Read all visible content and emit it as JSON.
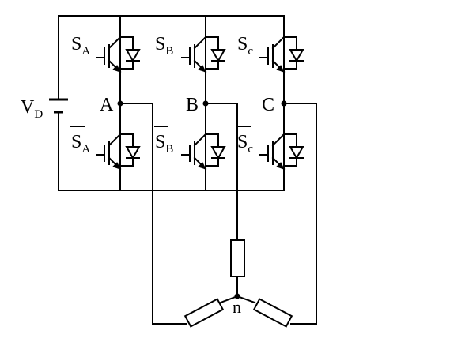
{
  "diagram": {
    "source_label": {
      "base": "V",
      "sub": "D"
    },
    "nodes": {
      "a": "A",
      "b": "B",
      "c": "C",
      "neutral": "n"
    },
    "switches": {
      "a_upper": {
        "base": "S",
        "sub": "A"
      },
      "b_upper": {
        "base": "S",
        "sub": "B"
      },
      "c_upper": {
        "base": "S",
        "sub": "c"
      },
      "a_lower": {
        "base": "S",
        "sub": "A"
      },
      "b_lower": {
        "base": "S",
        "sub": "B"
      },
      "c_lower": {
        "base": "S",
        "sub": "c"
      }
    }
  }
}
